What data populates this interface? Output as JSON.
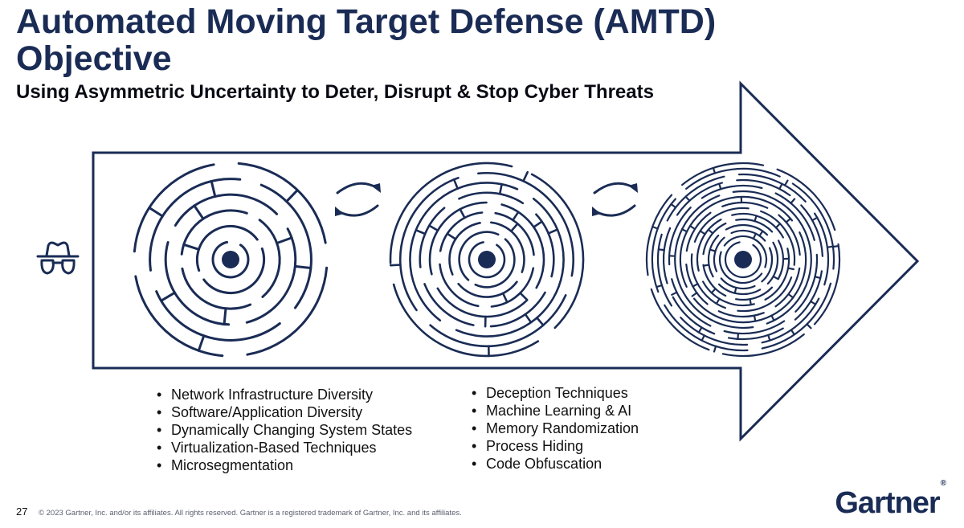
{
  "slide": {
    "title": "Automated Moving Target Defense (AMTD) Objective",
    "subtitle": "Using Asymmetric Uncertainty to Deter, Disrupt & Stop Cyber Threats",
    "page_number": "27",
    "footer": "© 2023 Gartner, Inc. and/or its affiliates. All rights reserved. Gartner is a registered trademark of Gartner, Inc. and its affiliates.",
    "logo": "Gartner",
    "logo_mark": "®"
  },
  "icons": {
    "threat_actor": "spy-icon",
    "cycle": "rotate-arrows-icon",
    "shape": "arrow"
  },
  "mazes": [
    {
      "name": "simple",
      "rings": 5,
      "complexity": "low"
    },
    {
      "name": "medium",
      "rings": 8,
      "complexity": "medium"
    },
    {
      "name": "complex",
      "rings": 14,
      "complexity": "high"
    }
  ],
  "lists": {
    "left": [
      "Network Infrastructure Diversity",
      "Software/Application Diversity",
      "Dynamically Changing System States",
      "Virtualization-Based Techniques",
      "Microsegmentation"
    ],
    "right": [
      "Deception Techniques",
      "Machine Learning & AI",
      "Memory Randomization",
      "Process Hiding",
      "Code Obfuscation"
    ]
  },
  "colors": {
    "navy": "#1a2c55",
    "text": "#111111",
    "footer": "#5a5f6e"
  }
}
